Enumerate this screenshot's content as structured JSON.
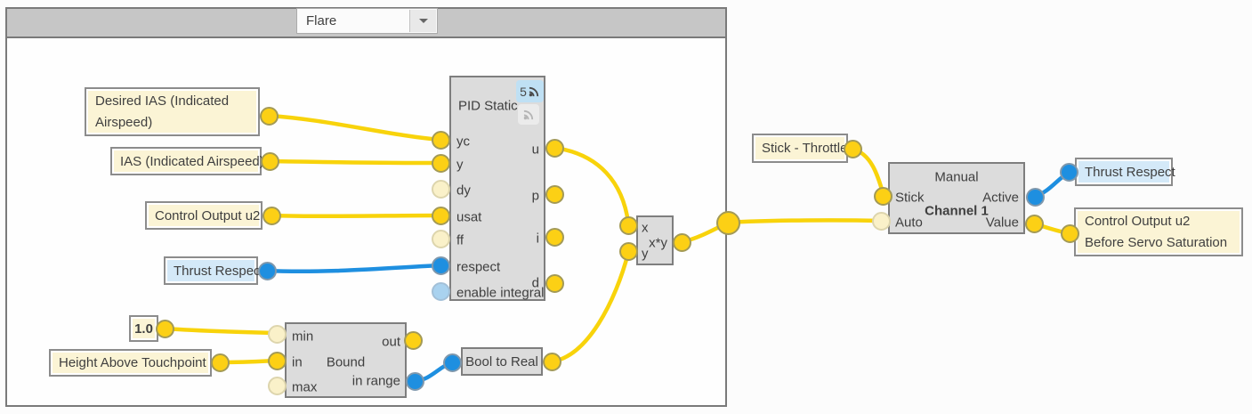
{
  "toolbar": {
    "group_selector": "Flare"
  },
  "boxes": {
    "desired_ias": {
      "label": "Desired IAS (Indicated Airspeed)"
    },
    "ias": {
      "label": "IAS (Indicated Airspeed)"
    },
    "control_output_u2": {
      "label": "Control Output u2"
    },
    "thrust_respect_source": {
      "label": "Thrust Respect"
    },
    "constant_one": {
      "label": "1.0"
    },
    "height_above_touchpoint": {
      "label": "Height Above Touchpoint"
    },
    "stick_throttle": {
      "label": "Stick - Throttle"
    },
    "thrust_respect_sink": {
      "label": "Thrust Respect"
    },
    "control_output_u2_before": {
      "label": "Control Output u2 Before Servo Saturation"
    }
  },
  "nodes": {
    "pid_static": {
      "title": "PID Static",
      "badge_count": "5",
      "badge_icon": "broadcast-icon",
      "inputs": [
        "yc",
        "y",
        "dy",
        "usat",
        "ff",
        "respect",
        "enable integral"
      ],
      "outputs": [
        "u",
        "p",
        "i",
        "d"
      ]
    },
    "bound": {
      "title": "Bound",
      "inputs": [
        "min",
        "in",
        "max"
      ],
      "outputs": [
        "out",
        "in range"
      ]
    },
    "bool_to_real": {
      "title": "Bool to Real"
    },
    "multiply": {
      "title": "x*y",
      "inputs": [
        "x",
        "y"
      ]
    },
    "channel": {
      "title": "Manual",
      "name": "Channel 1",
      "inputs": [
        "Stick",
        "Auto"
      ],
      "outputs": [
        "Active",
        "Value"
      ]
    }
  },
  "colors": {
    "wire_yellow": "#f8d30b",
    "wire_blue": "#1e8fe0",
    "port_yellow": "#fcd015",
    "port_pale_yellow": "#faf1c9",
    "port_blue": "#1e8fe0",
    "port_pale_blue": "#a9d2ef",
    "node_fill": "#dcdcdc",
    "node_border": "#7e7e7e",
    "box_yellow_fill": "#fbf4d5",
    "box_blue_fill": "#d4e9f8",
    "header_fill": "#c6c6c6",
    "badge_blue": "#bfe0f4"
  }
}
